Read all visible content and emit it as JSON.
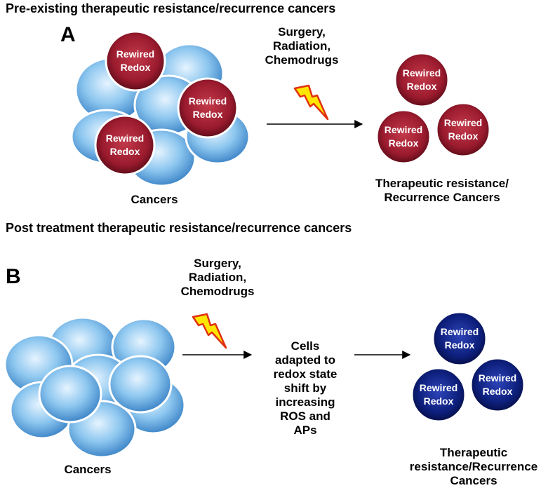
{
  "panel_a": {
    "heading": "Pre-existing therapeutic resistance/recurrence cancers",
    "label": "A",
    "treatment": [
      "Surgery,",
      "Radiation,",
      "Chemodrugs"
    ],
    "cell_label": [
      "Rewired",
      "Redox"
    ],
    "source_caption": "Cancers",
    "result_caption": [
      "Therapeutic resistance/",
      "Recurrence Cancers"
    ]
  },
  "panel_b": {
    "heading": "Post treatment therapeutic resistance/recurrence cancers",
    "label": "B",
    "treatment": [
      "Surgery,",
      "Radiation,",
      "Chemodrugs"
    ],
    "middle_text": [
      "Cells",
      "adapted to",
      "redox state",
      "shift by",
      "increasing",
      "ROS and",
      "APs"
    ],
    "cell_label": [
      "Rewired",
      "Redox"
    ],
    "source_caption": "Cancers",
    "result_caption": [
      "Therapeutic",
      "resistance/Recurrence",
      "Cancers"
    ]
  },
  "colors": {
    "normal_cell": "#6aaee3",
    "rewired_red": "#9b1b2e",
    "rewired_blue": "#0d1f7c",
    "lightning_fill": "#ffe600",
    "lightning_stroke": "#e03010"
  },
  "icons": {
    "treatment": "lightning-bolt-icon",
    "flow": "arrow-right-icon"
  }
}
